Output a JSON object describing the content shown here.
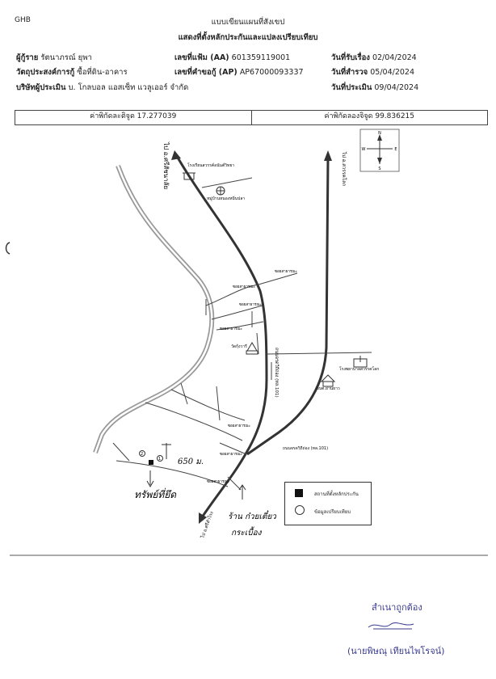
{
  "header": {
    "corner": "GHB",
    "title1": "แบบเขียนแผนที่สังเขป",
    "title2": "แสดงที่ตั้งหลักประกันและแปลงเปรียบเทียบ",
    "borrower_label": "ผู้กู้ราย",
    "borrower_value": "รัตนาภรณ์ ยุพา",
    "purpose_label": "วัตถุประสงค์การกู้",
    "purpose_value": "ซื้อที่ดิน-อาคาร",
    "appraiser_label": "บริษัทผู้ประเมิน",
    "appraiser_value": "บ. โกลบอล แอสเซ็ท แวลูเออร์ จำกัด",
    "file_label": "เลขที่แฟ้ม (AA)",
    "file_value": "601359119001",
    "request_label": "เลขที่คำขอกู้ (AP)",
    "request_value": "AP67000093337",
    "received_label": "วันที่รับเรื่อง",
    "received_value": "02/04/2024",
    "survey_label": "วันที่สำรวจ",
    "survey_value": "05/04/2024",
    "appraise_label": "วันที่ประเมิน",
    "appraise_value": "09/04/2024"
  },
  "coords": {
    "lat": "ค่าพิกัดละติจูด 17.277039",
    "lon": "ค่าพิกัดลองจิจูด 99.836215"
  },
  "map": {
    "compass": {
      "n": "N",
      "s": "S",
      "e": "E",
      "w": "W"
    },
    "labels": {
      "road_left_top": "ไป อ.ศรีสัชนาลัย",
      "road_right_top": "ไป อ.สวรรคโลก",
      "school1": "โรงเรียนสวรรค์อนันต์วิทยา",
      "village": "หมู่บ้านหนองหมิ่นปลา",
      "temple": "วัดกุ้งวารี",
      "hospital": "โรงพยาบาลสวรรคโลก",
      "district_office": "อบต.ย่านยาว",
      "highway": "ถนนจรดวิถีถ่อง (ทล.101)",
      "highway_main": "ถนนจรดวิถีถ่อง (ทล.101)",
      "road_bottom": "ไป อ.ศรีสำโรง",
      "soi": "ซอยสาธารณะ",
      "distance": "650 ม.",
      "site_mark": "ทรัพย์ที่ยึด",
      "shop": "ร้าน ก๋วยเตี๋ยว",
      "shop2": "กระเบื้อง",
      "num1": "1",
      "num2": "2"
    },
    "legend": {
      "collateral": "สถานที่ตั้งหลักประกัน",
      "comparison": "ข้อมูลเปรียบเทียบ"
    }
  },
  "footer": {
    "certified": "สำเนาถูกต้อง",
    "signer": "(นายพิษณุ  เทียนไพโรจน์)"
  }
}
